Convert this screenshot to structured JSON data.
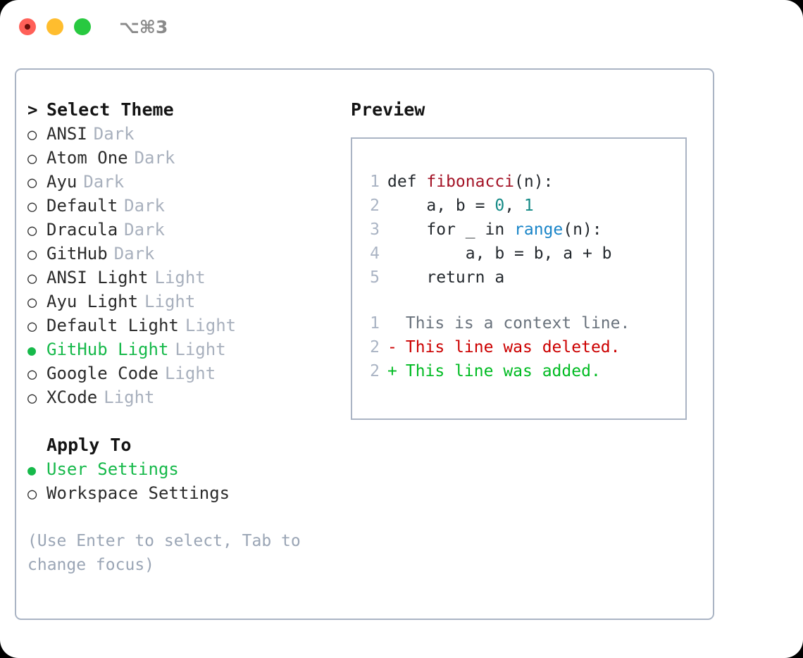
{
  "titlebar": {
    "shortcut": "⌥⌘3",
    "buttons": [
      {
        "name": "close",
        "color": "#ff6058"
      },
      {
        "name": "minimize",
        "color": "#ffbd2e"
      },
      {
        "name": "zoom",
        "color": "#28c940"
      }
    ]
  },
  "theme_section": {
    "prompt_marker": ">",
    "title": "Select Theme",
    "unselected_marker": "○",
    "selected_marker": "●",
    "items": [
      {
        "label": "ANSI",
        "suffix": "Dark",
        "selected": false
      },
      {
        "label": "Atom One",
        "suffix": "Dark",
        "selected": false
      },
      {
        "label": "Ayu",
        "suffix": "Dark",
        "selected": false
      },
      {
        "label": "Default",
        "suffix": "Dark",
        "selected": false
      },
      {
        "label": "Dracula",
        "suffix": "Dark",
        "selected": false
      },
      {
        "label": "GitHub",
        "suffix": "Dark",
        "selected": false
      },
      {
        "label": "ANSI Light",
        "suffix": "Light",
        "selected": false
      },
      {
        "label": "Ayu Light",
        "suffix": "Light",
        "selected": false
      },
      {
        "label": "Default Light",
        "suffix": "Light",
        "selected": false
      },
      {
        "label": "GitHub Light",
        "suffix": "Light",
        "selected": true
      },
      {
        "label": "Google Code",
        "suffix": "Light",
        "selected": false
      },
      {
        "label": "XCode",
        "suffix": "Light",
        "selected": false
      }
    ]
  },
  "apply_section": {
    "title": "Apply To",
    "items": [
      {
        "label": "User Settings",
        "selected": true
      },
      {
        "label": "Workspace Settings",
        "selected": false
      }
    ]
  },
  "hint": "(Use Enter to select, Tab to change focus)",
  "preview": {
    "title": "Preview",
    "code_lines": [
      {
        "no": "1",
        "segments": [
          {
            "text": "def ",
            "tok": "plain"
          },
          {
            "text": "fibonacci",
            "tok": "fn"
          },
          {
            "text": "(n):",
            "tok": "plain"
          }
        ]
      },
      {
        "no": "2",
        "segments": [
          {
            "text": "    a, b = ",
            "tok": "plain"
          },
          {
            "text": "0",
            "tok": "num"
          },
          {
            "text": ", ",
            "tok": "plain"
          },
          {
            "text": "1",
            "tok": "num"
          }
        ]
      },
      {
        "no": "3",
        "segments": [
          {
            "text": "    for _ in ",
            "tok": "plain"
          },
          {
            "text": "range",
            "tok": "call"
          },
          {
            "text": "(n):",
            "tok": "plain"
          }
        ]
      },
      {
        "no": "4",
        "segments": [
          {
            "text": "        a, b = b, a + b",
            "tok": "plain"
          }
        ]
      },
      {
        "no": "5",
        "segments": [
          {
            "text": "    return a",
            "tok": "plain"
          }
        ]
      }
    ],
    "diff_lines": [
      {
        "no": "1",
        "sign": " ",
        "text": "This is a context line.",
        "kind": "context"
      },
      {
        "no": "2",
        "sign": "-",
        "text": "This line was deleted.",
        "kind": "del"
      },
      {
        "no": "2",
        "sign": "+",
        "text": "This line was added.",
        "kind": "add"
      }
    ]
  },
  "colors": {
    "accent_green": "#16b94a",
    "border": "#aab4c4",
    "muted": "#a8b0bd",
    "hint": "#9aa5b5",
    "diff_delete": "#cc0000",
    "diff_add": "#00bb22",
    "syntax_function": "#a31225",
    "syntax_number": "#148a86",
    "syntax_call": "#1a85c8"
  }
}
